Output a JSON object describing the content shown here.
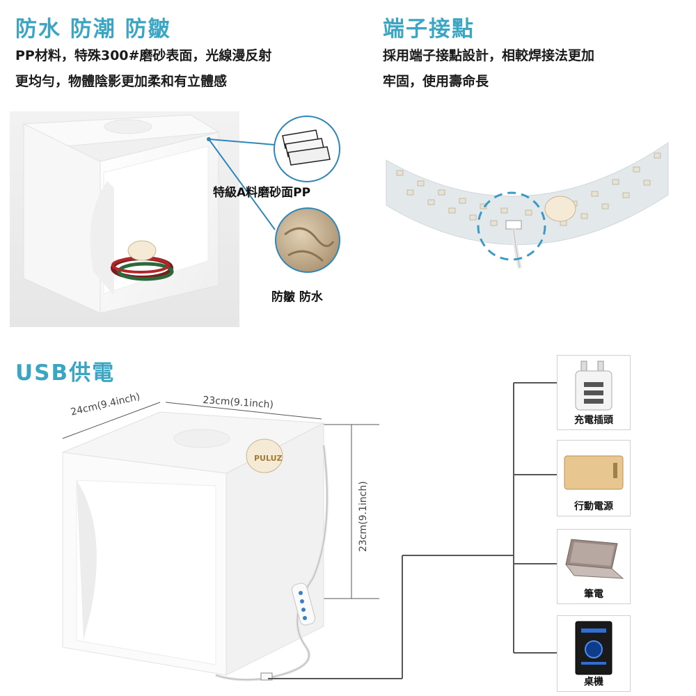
{
  "waterproof": {
    "heading": "防水 防潮 防皺",
    "desc_line1": "PP材料，特殊300#磨砂表面，光線漫反射",
    "desc_line2": "更均勻，物體陰影更加柔和有立體感",
    "callout_material": "特級A料磨砂面PP",
    "callout_wrinkle": "防皺 防水"
  },
  "connector": {
    "heading": "端子接點",
    "desc_line1": "採用端子接點設計，相較焊接法更加",
    "desc_line2": "牢固，使用壽命長"
  },
  "usb": {
    "heading": "USB供電",
    "dim_depth": "24cm(9.4inch)",
    "dim_width": "23cm(9.1inch)",
    "dim_height": "23cm(9.1inch)",
    "brand": "PULUZ",
    "devices": [
      {
        "label": "充電插頭"
      },
      {
        "label": "行動電源"
      },
      {
        "label": "筆電"
      },
      {
        "label": "桌機"
      }
    ]
  },
  "colors": {
    "heading": "#3aa6c4",
    "callout_line": "#2e86b8",
    "dashed_circle": "#3a9ac4"
  }
}
